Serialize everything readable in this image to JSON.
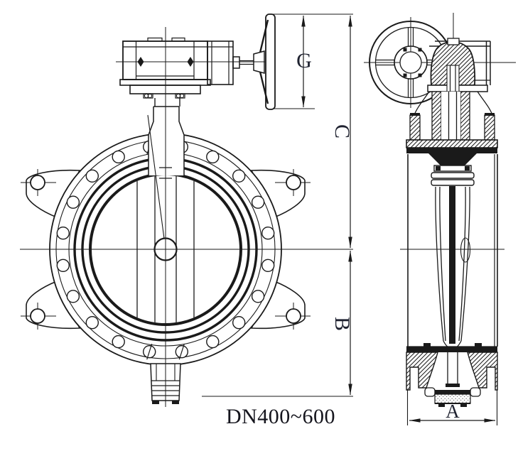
{
  "caption": "DN400~600",
  "dimension_labels": {
    "g": "G",
    "c": "C",
    "b": "B",
    "a": "A"
  },
  "colors": {
    "background": "#ffffff",
    "line": "#1a1a1a",
    "text": "#1f2230"
  },
  "drawing": {
    "type": "technical-drawing",
    "subject": "flanged butterfly valve with worm-gear operator and handwheel; front view (left) and sectional side view (right)"
  }
}
